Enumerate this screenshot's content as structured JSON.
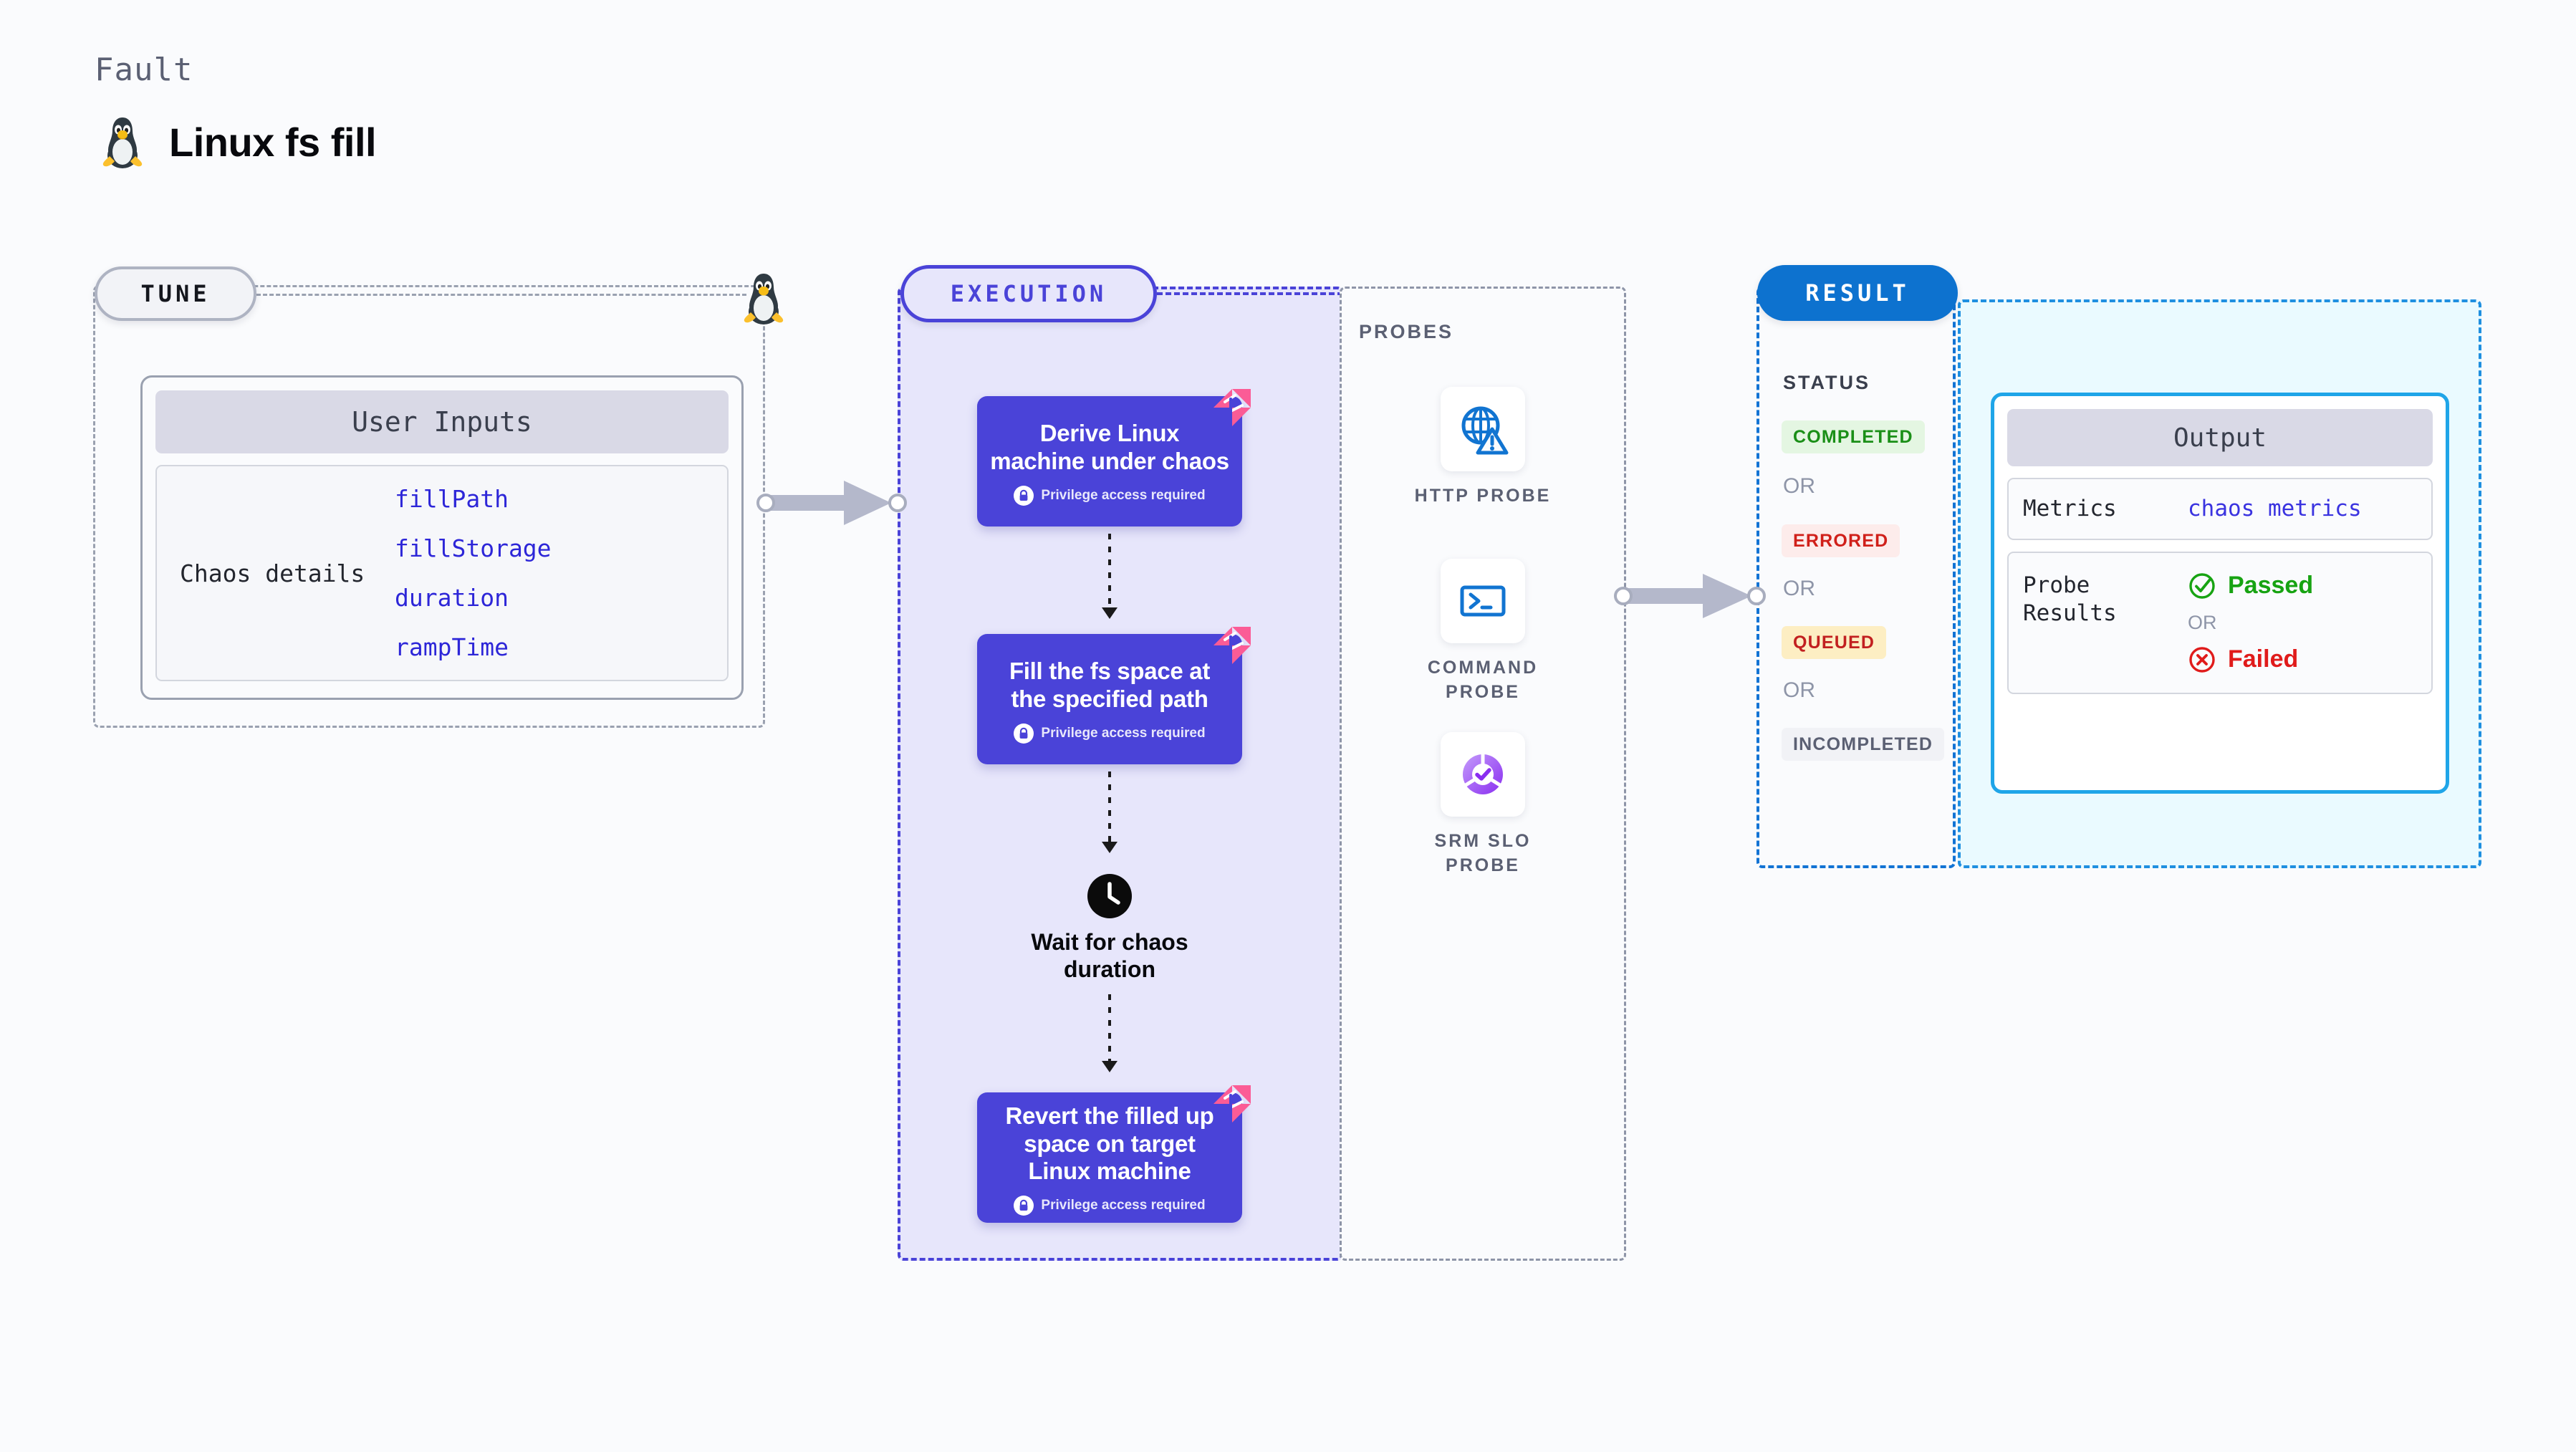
{
  "header": {
    "kicker": "Fault",
    "title": "Linux fs fill",
    "icon": "linux-penguin-icon"
  },
  "tune": {
    "badge": "TUNE",
    "icon": "linux-penguin-icon",
    "card": {
      "header": "User Inputs",
      "row_label": "Chaos details",
      "params": [
        "fillPath",
        "fillStorage",
        "duration",
        "rampTime"
      ]
    }
  },
  "execution": {
    "badge": "EXECUTION",
    "privilege_note": "Privilege access required",
    "steps": [
      {
        "title": "Derive Linux machine under chaos",
        "privileged": true,
        "ribbon": "chaos-ribbon-icon"
      },
      {
        "title": "Fill the fs space at the specified path",
        "privileged": true,
        "ribbon": "chaos-ribbon-icon"
      },
      {
        "title": "Revert the filled up space on target Linux machine",
        "privileged": true,
        "ribbon": "chaos-ribbon-icon"
      }
    ],
    "wait": {
      "label": "Wait for chaos duration",
      "icon": "clock-icon"
    }
  },
  "probes": {
    "title": "PROBES",
    "items": [
      {
        "label": "HTTP PROBE",
        "icon": "globe-warning-icon"
      },
      {
        "label": "COMMAND PROBE",
        "icon": "terminal-prompt-icon"
      },
      {
        "label": "SRM SLO PROBE",
        "icon": "slo-donut-check-icon"
      }
    ]
  },
  "result": {
    "badge": "RESULT",
    "status_title": "STATUS",
    "or_label": "OR",
    "statuses": [
      {
        "label": "COMPLETED",
        "fg": "#1a8f17",
        "bg": "#e4f6e2"
      },
      {
        "label": "ERRORED",
        "fg": "#d0201a",
        "bg": "#fdeceb"
      },
      {
        "label": "QUEUED",
        "fg": "#c22020",
        "bg": "#fdeec3"
      },
      {
        "label": "INCOMPLETED",
        "fg": "#5b6073",
        "bg": "#f1f2f6"
      }
    ],
    "output": {
      "header": "Output",
      "metrics_key": "Metrics",
      "metrics_value": "chaos metrics",
      "probe_results_key": "Probe Results",
      "passed": "Passed",
      "failed": "Failed",
      "or_label": "OR",
      "passed_icon": "check-circle-icon",
      "failed_icon": "x-circle-icon"
    }
  },
  "colors": {
    "indigo": "#4a43d8",
    "pink": "#fb5c96",
    "blue": "#0d72cf",
    "cyan": "#1fa5e8",
    "gray_border": "#9aa1b0",
    "page_bg": "#fafbfd"
  }
}
